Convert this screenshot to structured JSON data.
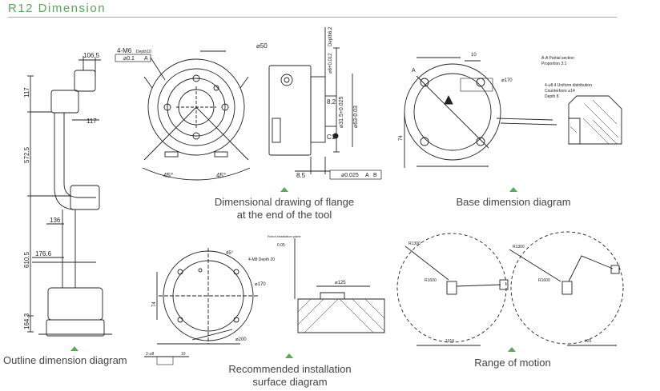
{
  "header": {
    "title": "R12 Dimension",
    "accent_color": "#5aa85a"
  },
  "captions": {
    "flange": [
      "Dimensional drawing of flange",
      "at the end of the tool"
    ],
    "base": "Base dimension diagram",
    "outline": "Outline dimension diagram",
    "installation": [
      "Recommended installation",
      "surface diagram"
    ],
    "motion": "Range of motion"
  },
  "outline_dims": {
    "d106_5": "106.5",
    "d117_top": "117",
    "d117_side": "117",
    "d572_5": "572.5",
    "d136": "136",
    "d610_5": "610.5",
    "d176_6": "176.6",
    "d164_3": "164.3"
  },
  "flange_dims": {
    "thread": "4-M6",
    "thread_depth": "Depth10",
    "pos_tol": "⌀0.1",
    "pos_datum": "A",
    "pcd": "⌀50",
    "angle_left": "45°",
    "angle_right": "45°",
    "depth_top": "Depth6.2",
    "d6": "⌀6+0.012",
    "d8": "8.2",
    "d31_5": "⌀31.5+0.025",
    "d63": "⌀63-0.03",
    "chamfer": "C1",
    "d8_5": "8.5",
    "runout": "⌀0.025",
    "runout_a": "A",
    "runout_b": "B"
  },
  "base_dims": {
    "section": "A-A Partial section",
    "proportion": "Proportion 3:1",
    "holes": "4-⌀8.4 Uniform distribution",
    "counterbore": "Counterbore ⌀14",
    "counter_depth": "Depth 8",
    "d170": "⌀170",
    "d74": "74",
    "d10": "10",
    "sec_label": "A"
  },
  "install_dims": {
    "note": "Robot installation plane",
    "d45": "45°",
    "threads": "4-M8 Depth 20",
    "d170": "⌀170",
    "d200": "⌀200",
    "d74": "74",
    "d125": "⌀125",
    "flat": "0.05",
    "pins": "2-⌀8",
    "d10": "10"
  },
  "motion_dims": {
    "r1": "R1300",
    "r2": "R1300",
    "d1": "R1600",
    "d2": "R1600",
    "w1": "1016",
    "w2": "425"
  }
}
